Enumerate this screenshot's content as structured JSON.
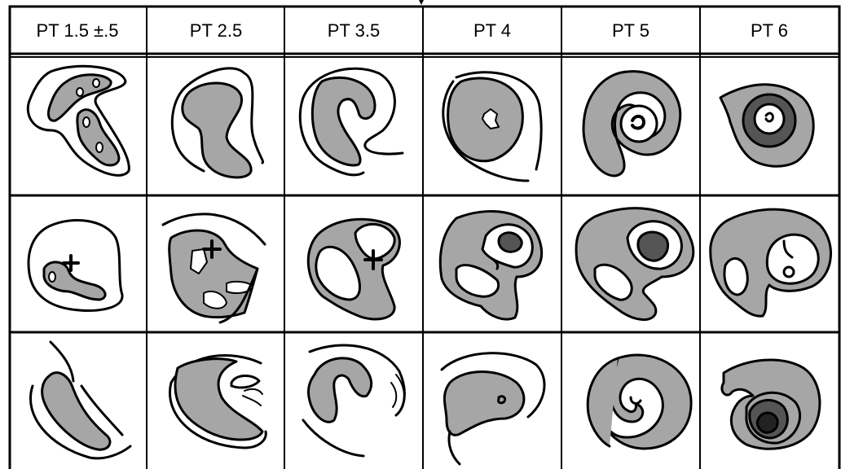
{
  "headers": [
    "PT 1.5 ±.5",
    "PT 2.5",
    "PT 3.5",
    "PT 4",
    "PT 5",
    "PT 6"
  ],
  "colors": {
    "line": "#000000",
    "gray": "#a6a6a6",
    "dark": "#555555",
    "background": "#ffffff"
  }
}
